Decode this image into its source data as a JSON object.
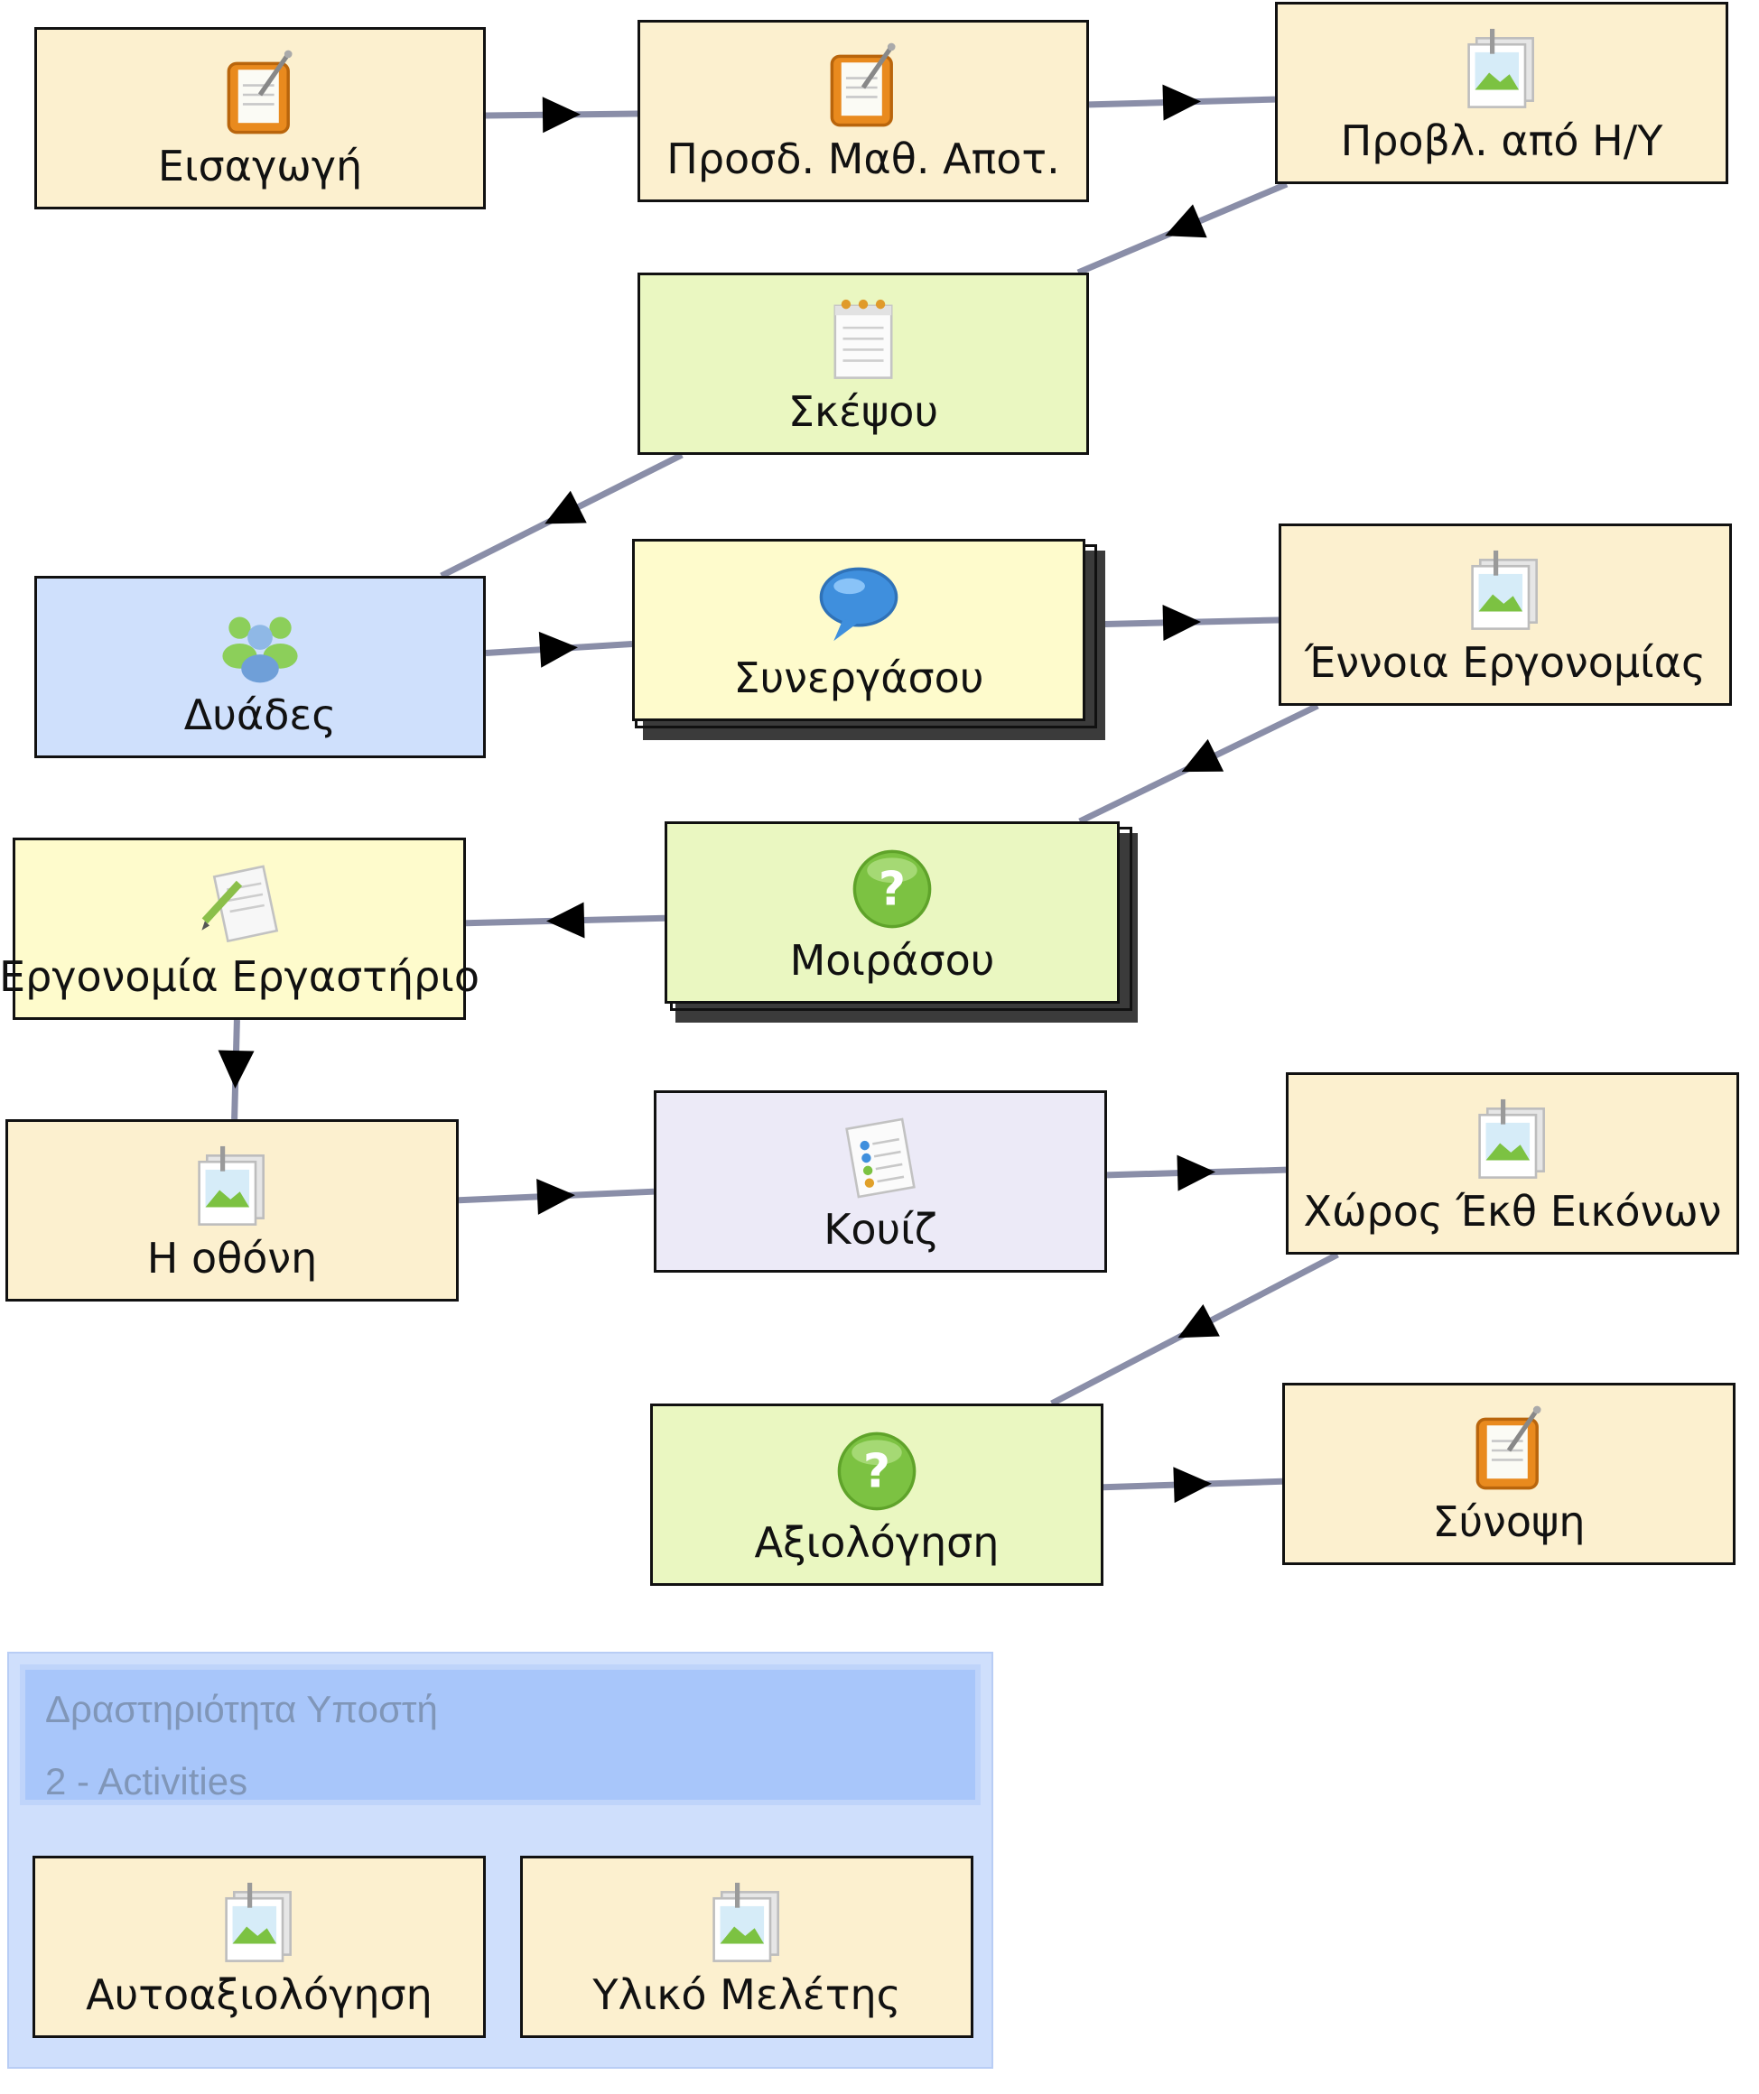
{
  "nodes": {
    "eisagogi": {
      "label": "Εισαγωγή",
      "icon": "notepad-pencil-icon"
    },
    "prosdokomena": {
      "label": "Προσδ. Μαθ. Αποτ.",
      "icon": "notepad-pencil-icon"
    },
    "provoli": {
      "label": "Προβλ. από Η/Υ",
      "icon": "image-gallery-icon"
    },
    "skepsou": {
      "label": "Σκέψου",
      "icon": "notepad-icon"
    },
    "dyades": {
      "label": "Δυάδες",
      "icon": "group-users-icon"
    },
    "synergasou": {
      "label": "Συνεργάσου",
      "icon": "speech-bubble-icon"
    },
    "ennoia": {
      "label": "Έννοια Εργονομίας",
      "icon": "image-gallery-icon"
    },
    "moirasou": {
      "label": "Μοιράσου",
      "icon": "question-icon"
    },
    "ergonomia": {
      "label": "Εργονομία Εργαστήριο",
      "icon": "document-pencil-icon"
    },
    "othoni": {
      "label": "Η οθόνη",
      "icon": "image-gallery-icon"
    },
    "kouiz": {
      "label": "Κουίζ",
      "icon": "quiz-list-icon"
    },
    "choros": {
      "label": "Χώρος Έκθ Εικόνων",
      "icon": "image-gallery-icon"
    },
    "axiologisi": {
      "label": "Αξιολόγηση",
      "icon": "question-icon"
    },
    "synopsi": {
      "label": "Σύνοψη",
      "icon": "notepad-pencil-icon"
    }
  },
  "group": {
    "title": "Δραστηριότητα Υποστή",
    "subtitle": "2 - Activities",
    "items": {
      "autoaxiologisi": {
        "label": "Αυτοαξιολόγηση",
        "icon": "image-gallery-icon"
      },
      "yliko": {
        "label": "Υλικό Μελέτης",
        "icon": "image-gallery-icon"
      }
    }
  },
  "edges": [
    [
      "eisagogi",
      "prosdokomena"
    ],
    [
      "prosdokomena",
      "provoli"
    ],
    [
      "provoli",
      "skepsou"
    ],
    [
      "skepsou",
      "dyades"
    ],
    [
      "dyades",
      "synergasou"
    ],
    [
      "synergasou",
      "ennoia"
    ],
    [
      "ennoia",
      "moirasou"
    ],
    [
      "moirasou",
      "ergonomia"
    ],
    [
      "ergonomia",
      "othoni"
    ],
    [
      "othoni",
      "kouiz"
    ],
    [
      "kouiz",
      "choros"
    ],
    [
      "choros",
      "axiologisi"
    ],
    [
      "axiologisi",
      "synopsi"
    ]
  ],
  "colors": {
    "activity": "#fcf0cf",
    "gate_activity": "#eaf7c1",
    "collab_activity": "#fefbcc",
    "grouping": "#cfe0fc",
    "quiz_activity": "#eceaf7",
    "connector": "#8a8ea8",
    "support_group": "#cfdffc"
  }
}
